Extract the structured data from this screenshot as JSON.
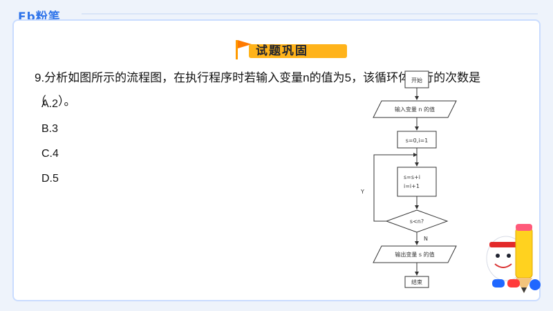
{
  "brand": {
    "logo_text": "Fb粉笔"
  },
  "header": {
    "section_title": "试题巩固"
  },
  "question": {
    "line1": "9.分析如图所示的流程图，在执行程序时若输入变量n的值为5，该循环体执行的次数是",
    "line2": "（　）。"
  },
  "options": [
    {
      "label": "A.2"
    },
    {
      "label": "B.3"
    },
    {
      "label": "C.4"
    },
    {
      "label": "D.5"
    }
  ],
  "flowchart": {
    "start": "开始",
    "input": "输入变量 n 的值",
    "init": "s=0,i=1",
    "body_line1": "s=s+i",
    "body_line2": "i=i+1",
    "condition": "s<n?",
    "yes": "Y",
    "no": "N",
    "output": "输出变量 s 的值",
    "end": "结束"
  },
  "colors": {
    "accent": "#2f74ea",
    "badge": "#ffb31a",
    "card_border": "#c9dcff"
  },
  "mascot": {
    "icon": "pencil-mascot-icon"
  }
}
